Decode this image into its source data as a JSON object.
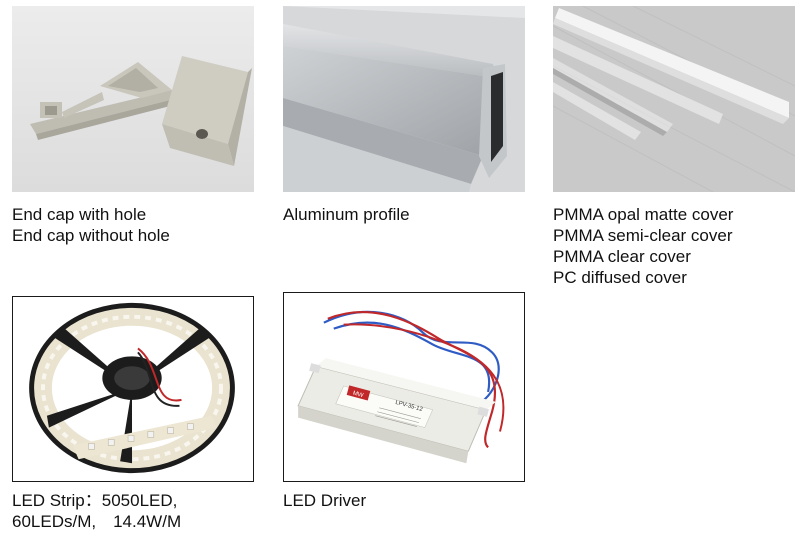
{
  "products": [
    {
      "id": "end-caps",
      "caption_lines": [
        "End cap with hole",
        "End cap without hole"
      ]
    },
    {
      "id": "aluminum-profile",
      "caption_lines": [
        "Aluminum profile"
      ]
    },
    {
      "id": "covers",
      "caption_lines": [
        "PMMA opal matte cover",
        "PMMA semi-clear cover",
        "PMMA clear cover",
        "PC diffused cover"
      ]
    },
    {
      "id": "led-strip",
      "caption_lines": [
        "LED Strip：5050LED,",
        "60LEDs/M,　14.4W/M"
      ]
    },
    {
      "id": "led-driver",
      "caption_lines": [
        "LED Driver"
      ]
    }
  ],
  "driver_label": {
    "brand": "MW",
    "model": "LPV-35-12"
  },
  "colors": {
    "tile_bg": "#e9e9e9",
    "frame": "#1a1a1a",
    "wire_blue": "#2f5bc4",
    "wire_red": "#c0282a",
    "reel": "#1c1c1c"
  }
}
